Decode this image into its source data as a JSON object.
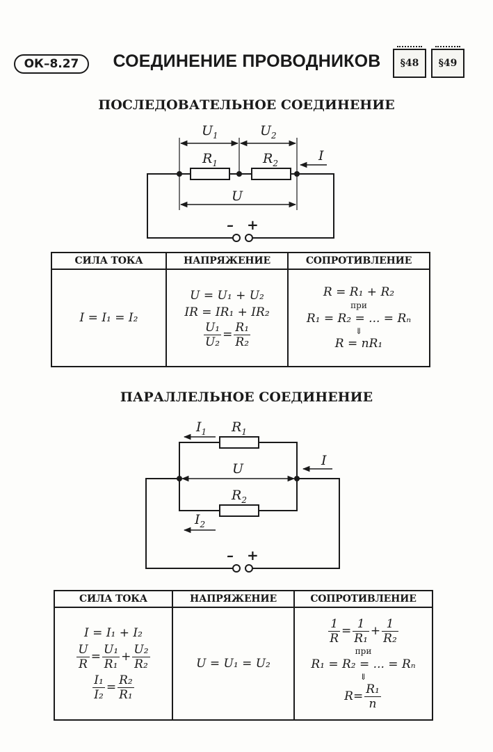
{
  "header": {
    "code": "ОК–8.27",
    "title": "СОЕДИНЕНИЕ ПРОВОДНИКОВ",
    "paragraph_1": "§48",
    "paragraph_2": "§49"
  },
  "series": {
    "title": "ПОСЛЕДОВАТЕЛЬНОЕ СОЕДИНЕНИЕ",
    "diagram": {
      "u1": "U",
      "u1_sub": "1",
      "u2": "U",
      "u2_sub": "2",
      "r1": "R",
      "r1_sub": "1",
      "r2": "R",
      "r2_sub": "2",
      "u_total": "U",
      "current": "I",
      "minus": "–",
      "plus": "+"
    },
    "table": {
      "headers": [
        "СИЛА ТОКА",
        "НАПРЯЖЕНИЕ",
        "СОПРОТИВЛЕНИЕ"
      ],
      "current": "I = I₁ = I₂",
      "voltage_1": "U = U₁ + U₂",
      "voltage_2": "IR = IR₁ + IR₂",
      "voltage_3_num_left": "U₁",
      "voltage_3_den_left": "U₂",
      "voltage_3_eq": "=",
      "voltage_3_num_right": "R₁",
      "voltage_3_den_right": "R₂",
      "resistance_1": "R = R₁ + R₂",
      "resistance_pri": "при",
      "resistance_2": "R₁ = R₂ = ... = Rₙ",
      "resistance_arrow": "⇓",
      "resistance_3": "R = nR₁"
    }
  },
  "parallel": {
    "title": "ПАРАЛЛЕЛЬНОЕ СОЕДИНЕНИЕ",
    "diagram": {
      "i1": "I",
      "i1_sub": "1",
      "r1": "R",
      "r1_sub": "1",
      "u_total": "U",
      "current": "I",
      "r2": "R",
      "r2_sub": "2",
      "i2": "I",
      "i2_sub": "2",
      "minus": "–",
      "plus": "+"
    },
    "table": {
      "headers": [
        "СИЛА ТОКА",
        "НАПРЯЖЕНИЕ",
        "СОПРОТИВЛЕНИЕ"
      ],
      "current_1": "I = I₁ + I₂",
      "current_2_u": "U",
      "current_2_r": "R",
      "current_2_eq": "=",
      "current_2_u1": "U₁",
      "current_2_r1": "R₁",
      "current_2_plus": "+",
      "current_2_u2": "U₂",
      "current_2_r2": "R₂",
      "current_3_i1": "I₁",
      "current_3_i2": "I₂",
      "current_3_eq": "=",
      "current_3_r2": "R₂",
      "current_3_r1": "R₁",
      "voltage": "U = U₁ = U₂",
      "res_1_one": "1",
      "res_1_r": "R",
      "res_1_eq": "=",
      "res_1_one_a": "1",
      "res_1_r1": "R₁",
      "res_1_plus": "+",
      "res_1_one_b": "1",
      "res_1_r2": "R₂",
      "resistance_pri": "при",
      "resistance_2": "R₁ = R₂ = ... = Rₙ",
      "resistance_arrow": "⇓",
      "res_3_r": "R",
      "res_3_eq": "=",
      "res_3_num": "R₁",
      "res_3_den": "n"
    }
  }
}
